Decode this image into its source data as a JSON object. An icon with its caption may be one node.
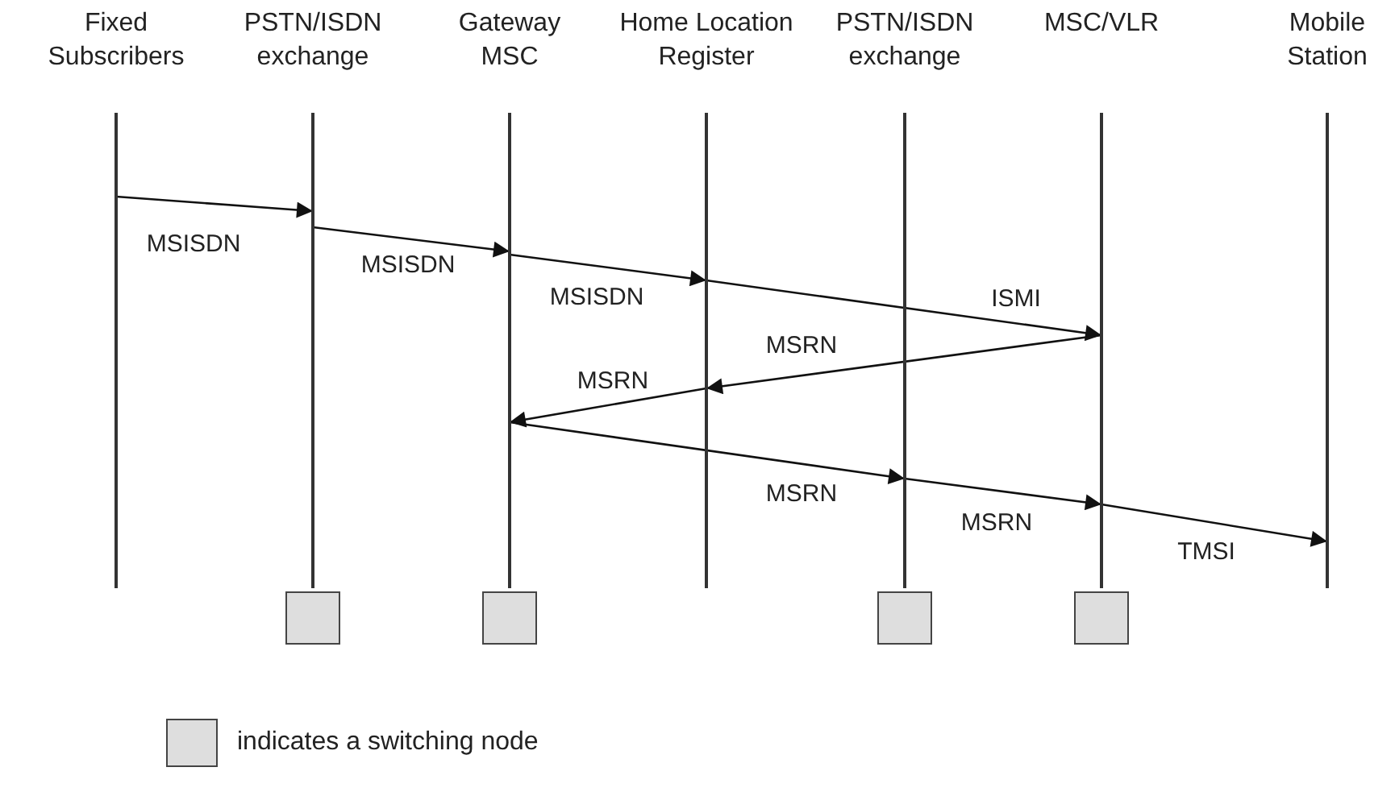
{
  "diagram": {
    "nodes": [
      {
        "text": [
          "Fixed Subscribers"
        ]
      },
      {
        "text": [
          "PSTN/ISDN exchange"
        ]
      },
      {
        "text": [
          "Gateway MSC"
        ]
      },
      {
        "text": [
          "Home Location Register"
        ]
      },
      {
        "text": [
          "PSTN/ISDN exchange"
        ]
      },
      {
        "text": [
          "MSC/VLR"
        ]
      },
      {
        "text": [
          "Mobile Station"
        ]
      },
      {
        "text": [],
        "shape": "box"
      },
      {
        "text": [],
        "shape": "box"
      },
      {
        "text": [],
        "shape": "box"
      },
      {
        "text": [],
        "shape": "box"
      }
    ],
    "edges": [
      {
        "from": 0,
        "to": 1,
        "arrow": "to",
        "label": "MSISDN"
      },
      {
        "from": 1,
        "to": 2,
        "arrow": "to",
        "label": "MSISDN"
      },
      {
        "from": 2,
        "to": 3,
        "arrow": "to",
        "label": "MSISDN"
      },
      {
        "from": 3,
        "to": 5,
        "arrow": "to",
        "label": "ISMI"
      },
      {
        "from": 5,
        "to": 3,
        "arrow": "to",
        "label": "MSRN"
      },
      {
        "from": 3,
        "to": 2,
        "arrow": "to",
        "label": "MSRN"
      },
      {
        "from": 2,
        "to": 4,
        "arrow": "to",
        "label": "MSRN"
      },
      {
        "from": 4,
        "to": 5,
        "arrow": "to",
        "label": "MSRN"
      },
      {
        "from": 5,
        "to": 6,
        "arrow": "to",
        "label": "TMSI"
      }
    ],
    "legend": [
      {
        "text": "indicates a switching node"
      }
    ]
  }
}
